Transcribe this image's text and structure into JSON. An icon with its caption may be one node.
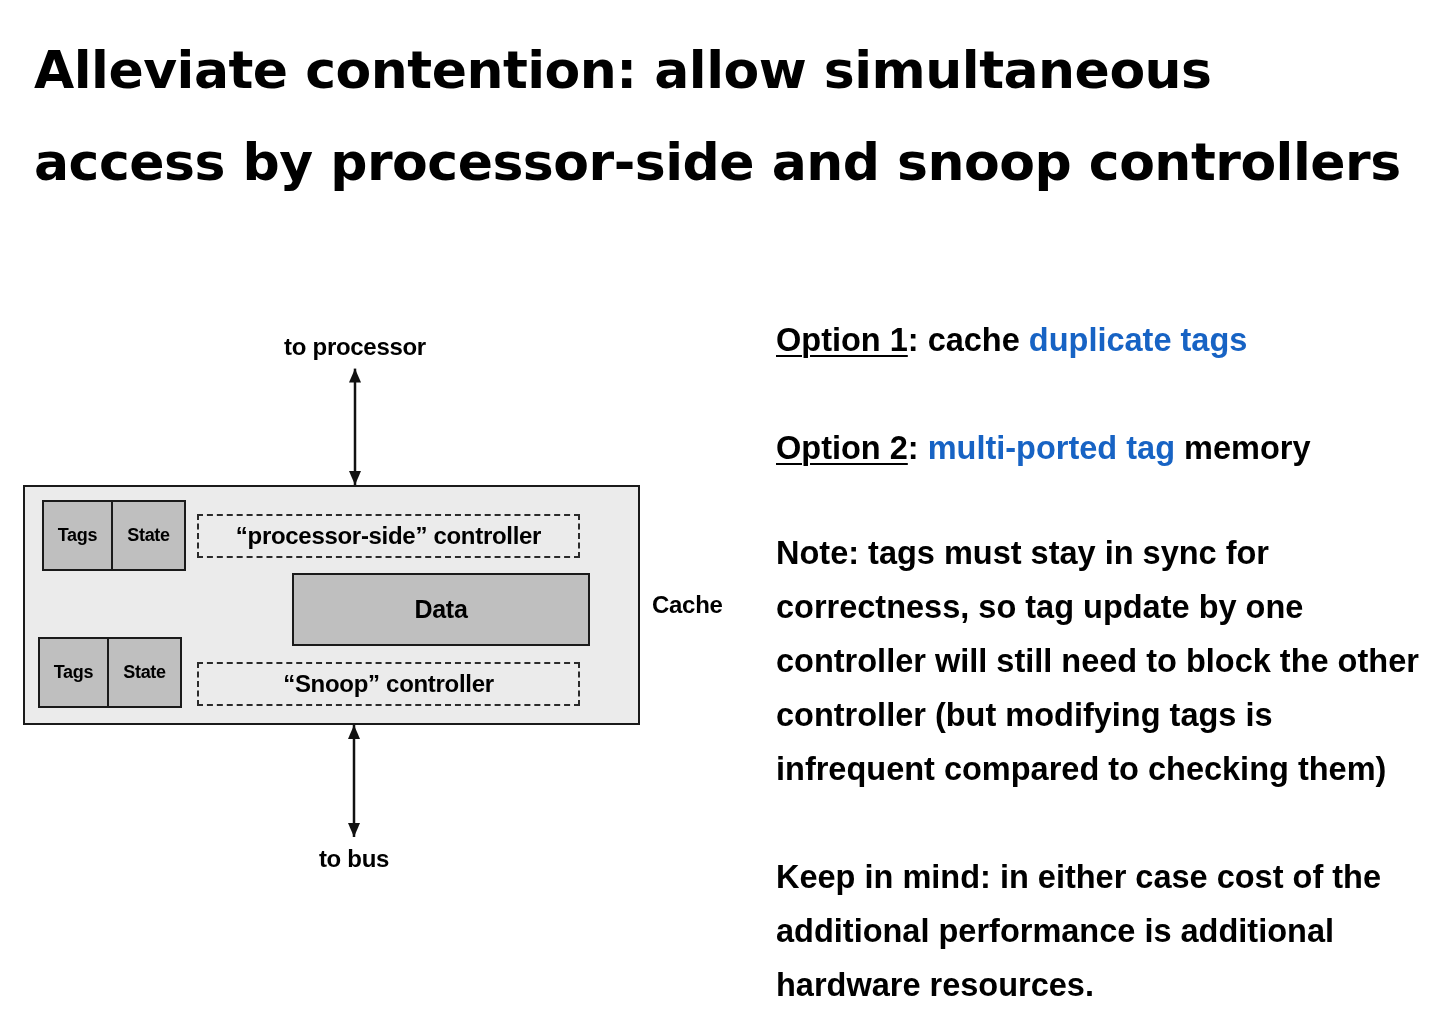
{
  "diagram": {
    "title": "Alleviate contention: allow simultaneous access by processor-side and snoop controllers",
    "nodes": [
      {
        "text": [
          "to processor"
        ]
      },
      {
        "text": [
          "Cache"
        ]
      },
      {
        "text": [
          "Tags"
        ],
        "in": 1
      },
      {
        "text": [
          "State"
        ],
        "in": 1
      },
      {
        "text": [
          "“processor-side” controller"
        ],
        "in": 1
      },
      {
        "text": [
          "Data"
        ],
        "in": 1
      },
      {
        "text": [
          "Tags"
        ],
        "in": 1
      },
      {
        "text": [
          "State"
        ],
        "in": 1
      },
      {
        "text": [
          "“Snoop” controller"
        ],
        "in": 1
      },
      {
        "text": [
          "to bus"
        ]
      }
    ],
    "edges": [
      {
        "from": 0,
        "to": 1,
        "arrow": "both"
      },
      {
        "from": 1,
        "to": 9,
        "arrow": "both"
      }
    ],
    "labels": [
      "*Option 1*: cache **duplicate tags**",
      "*Option 2*: **multi-ported tag** memory",
      "Note: tags must stay in sync for correctness, so tag update by one controller will still need to block the other controller (but modifying tags is infrequent compared to checking them)",
      "Keep in mind: in either case cost of the additional performance is additional hardware resources."
    ]
  }
}
